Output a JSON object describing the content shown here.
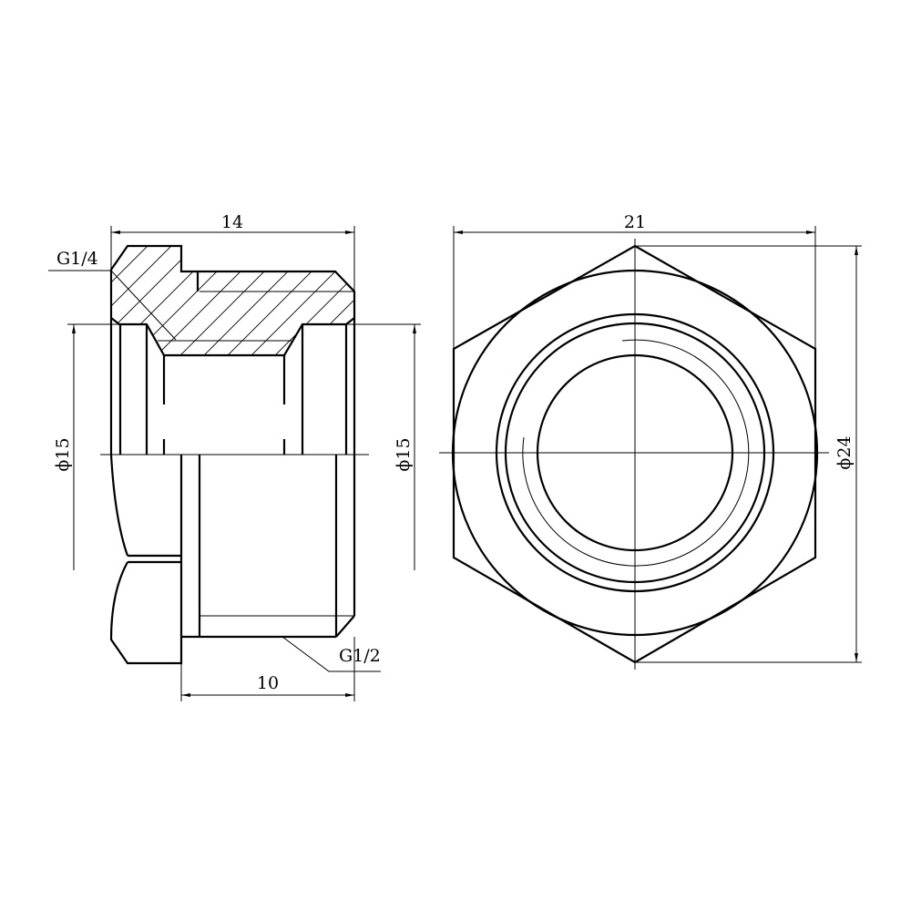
{
  "section_view": {
    "dim_length": "14",
    "dim_thread_length": "10",
    "dim_diameter_left": "ϕ15",
    "dim_diameter_right": "ϕ15",
    "thread_small": "G1/4",
    "thread_large": "G1/2"
  },
  "end_view": {
    "dim_across_flats": "21",
    "dim_across_corners": "ϕ24"
  },
  "colors": {
    "line": "#000000",
    "background": "#ffffff"
  }
}
